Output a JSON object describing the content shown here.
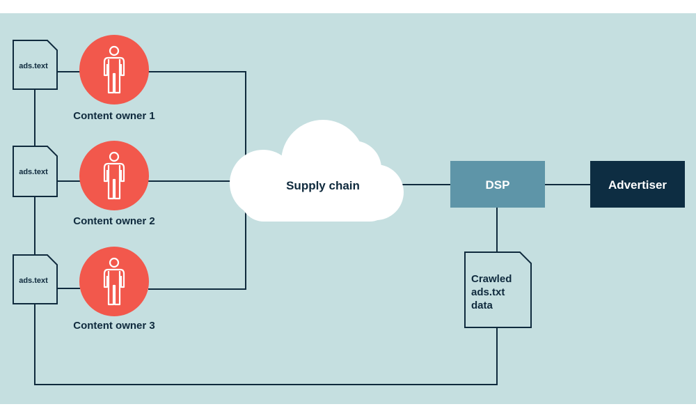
{
  "colors": {
    "background": "#c5dfe0",
    "line": "#0f2a3d",
    "owner_circle": "#f2584c",
    "dsp_box": "#5e95a8",
    "advertiser_box": "#0d2d42",
    "cloud": "#ffffff"
  },
  "owners": [
    {
      "label": "Content owner 1",
      "doc_label": "ads.text",
      "icon": "person-icon"
    },
    {
      "label": "Content owner 2",
      "doc_label": "ads.text",
      "icon": "person-icon"
    },
    {
      "label": "Content owner 3",
      "doc_label": "ads.text",
      "icon": "person-icon"
    }
  ],
  "supply_chain": {
    "label": "Supply chain",
    "icon": "cloud-shape"
  },
  "dsp": {
    "label": "DSP"
  },
  "advertiser": {
    "label": "Advertiser"
  },
  "crawled": {
    "lines": [
      "Crawled",
      "ads.txt",
      "data"
    ],
    "icon": "document-icon"
  }
}
